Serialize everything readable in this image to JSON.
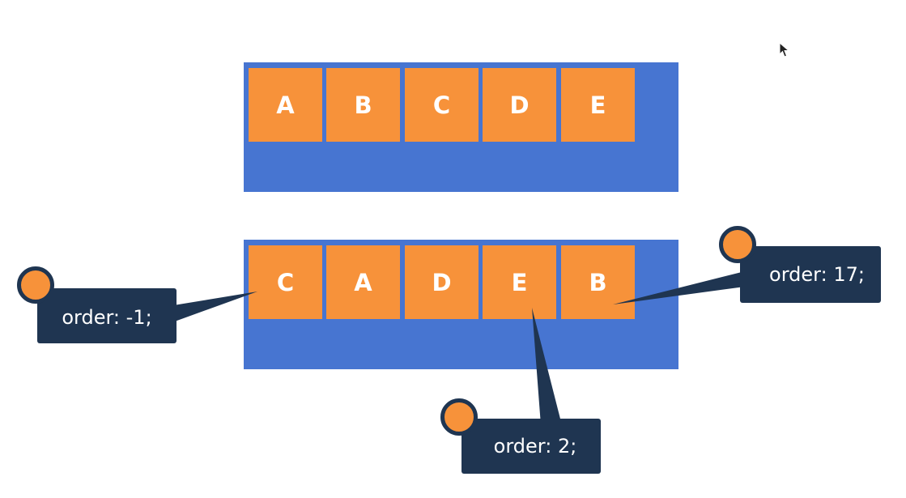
{
  "top_row": {
    "items": [
      "A",
      "B",
      "C",
      "D",
      "E"
    ]
  },
  "bottom_row": {
    "items": [
      "C",
      "A",
      "D",
      "E",
      "B"
    ]
  },
  "callouts": {
    "c": "order: -1;",
    "e": "order: 2;",
    "b": "order: 17;"
  },
  "colors": {
    "container": "#4775d1",
    "item": "#f7923a",
    "callout": "#1f3551",
    "text": "#ffffff"
  },
  "icons": {
    "cursor": "arrow-cursor-icon"
  }
}
